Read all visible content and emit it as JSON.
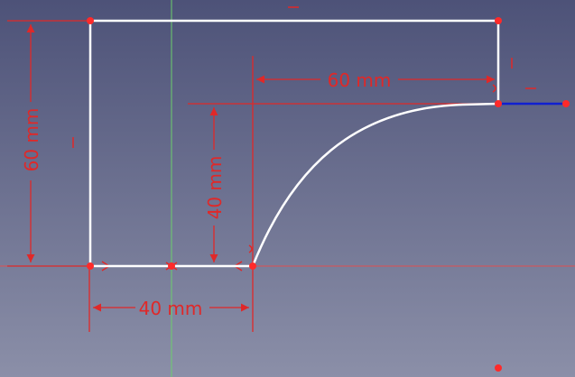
{
  "colors": {
    "background_top": "#4d5278",
    "background_bottom": "#8b8fa8",
    "sketch_line": "#ffffff",
    "dimension": "#e02828",
    "axis_vertical": "#6ccf6c",
    "axis_horizontal": "#e05050",
    "selected_edge": "#1020d0",
    "point": "#ff2a2a"
  },
  "dimensions": {
    "left_height": "60 mm",
    "top_width": "60 mm",
    "inner_height": "40 mm",
    "bottom_width": "40 mm"
  }
}
